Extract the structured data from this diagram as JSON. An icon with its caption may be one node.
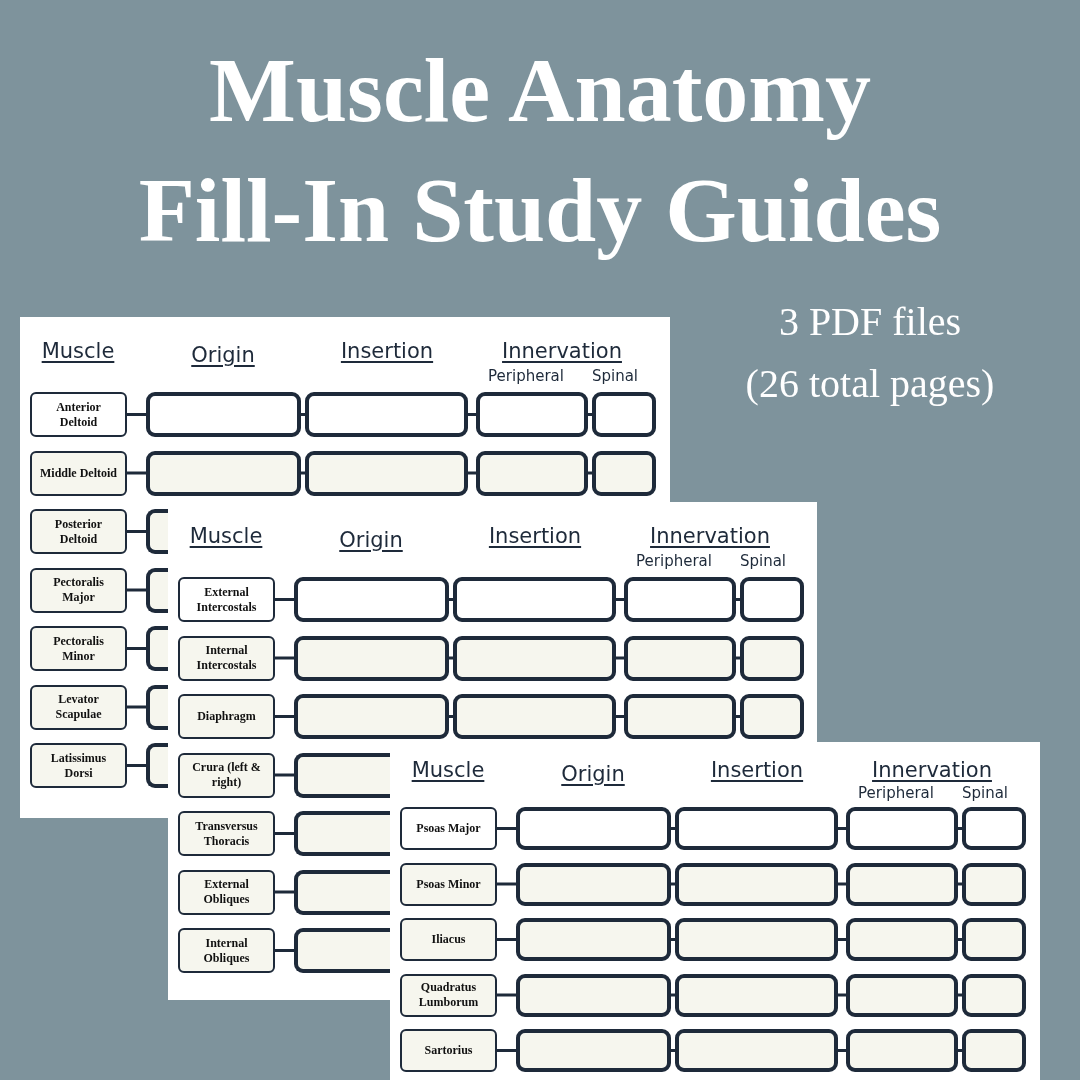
{
  "diagram": {
    "title": "Muscle Anatomy Fill-In Study Guides",
    "nodes": [
      {
        "text": [
          "Anterior Deltoid"
        ]
      },
      {
        "text": [],
        "shape": "box"
      },
      {
        "text": [],
        "shape": "box"
      },
      {
        "text": [],
        "shape": "box"
      },
      {
        "text": [],
        "shape": "box"
      },
      {
        "text": [
          "Middle Deltoid"
        ]
      },
      {
        "text": [],
        "shape": "box"
      },
      {
        "text": [],
        "shape": "box"
      },
      {
        "text": [],
        "shape": "box"
      },
      {
        "text": [],
        "shape": "box"
      },
      {
        "text": [
          "Posterior Deltoid"
        ]
      },
      {
        "text": [],
        "shape": "box"
      },
      {
        "text": [
          "Pectoralis Major"
        ]
      },
      {
        "text": [],
        "shape": "box"
      },
      {
        "text": [
          "Pectoralis Minor"
        ]
      },
      {
        "text": [],
        "shape": "box"
      },
      {
        "text": [
          "Levator Scapulae"
        ]
      },
      {
        "text": [],
        "shape": "box"
      },
      {
        "text": [
          "Latissimus Dorsi"
        ]
      },
      {
        "text": [],
        "shape": "box"
      },
      {
        "text": [
          "External Intercostals"
        ]
      },
      {
        "text": [],
        "shape": "box"
      },
      {
        "text": [],
        "shape": "box"
      },
      {
        "text": [],
        "shape": "box"
      },
      {
        "text": [],
        "shape": "box"
      },
      {
        "text": [
          "Internal Intercostals"
        ]
      },
      {
        "text": [],
        "shape": "box"
      },
      {
        "text": [],
        "shape": "box"
      },
      {
        "text": [],
        "shape": "box"
      },
      {
        "text": [],
        "shape": "box"
      },
      {
        "text": [
          "Diaphragm"
        ]
      },
      {
        "text": [],
        "shape": "box"
      },
      {
        "text": [],
        "shape": "box"
      },
      {
        "text": [],
        "shape": "box"
      },
      {
        "text": [],
        "shape": "box"
      },
      {
        "text": [
          "Crura (left & right)"
        ]
      },
      {
        "text": [],
        "shape": "box"
      },
      {
        "text": [
          "Transversus Thoracis"
        ]
      },
      {
        "text": [],
        "shape": "box"
      },
      {
        "text": [
          "External Obliques"
        ]
      },
      {
        "text": [],
        "shape": "box"
      },
      {
        "text": [
          "Internal Obliques"
        ]
      },
      {
        "text": [],
        "shape": "box"
      },
      {
        "text": [
          "Psoas Major"
        ]
      },
      {
        "text": [],
        "shape": "box"
      },
      {
        "text": [],
        "shape": "box"
      },
      {
        "text": [],
        "shape": "box"
      },
      {
        "text": [],
        "shape": "box"
      },
      {
        "text": [
          "Psoas Minor"
        ]
      },
      {
        "text": [],
        "shape": "box"
      },
      {
        "text": [],
        "shape": "box"
      },
      {
        "text": [],
        "shape": "box"
      },
      {
        "text": [],
        "shape": "box"
      },
      {
        "text": [
          "Iliacus"
        ]
      },
      {
        "text": [],
        "shape": "box"
      },
      {
        "text": [],
        "shape": "box"
      },
      {
        "text": [],
        "shape": "box"
      },
      {
        "text": [],
        "shape": "box"
      },
      {
        "text": [
          "Quadratus Lumborum"
        ]
      },
      {
        "text": [],
        "shape": "box"
      },
      {
        "text": [],
        "shape": "box"
      },
      {
        "text": [],
        "shape": "box"
      },
      {
        "text": [],
        "shape": "box"
      },
      {
        "text": [
          "Sartorius"
        ]
      },
      {
        "text": [],
        "shape": "box"
      },
      {
        "text": [],
        "shape": "box"
      },
      {
        "text": [],
        "shape": "box"
      },
      {
        "text": [],
        "shape": "box"
      }
    ],
    "edges": [
      {
        "from": 0,
        "to": 1,
        "arrow": "none"
      },
      {
        "from": 1,
        "to": 2,
        "arrow": "none"
      },
      {
        "from": 2,
        "to": 3,
        "arrow": "none"
      },
      {
        "from": 3,
        "to": 4,
        "arrow": "none"
      },
      {
        "from": 5,
        "to": 6,
        "arrow": "none"
      },
      {
        "from": 6,
        "to": 7,
        "arrow": "none"
      },
      {
        "from": 7,
        "to": 8,
        "arrow": "none"
      },
      {
        "from": 8,
        "to": 9,
        "arrow": "none"
      },
      {
        "from": 10,
        "to": 11,
        "arrow": "none"
      },
      {
        "from": 12,
        "to": 13,
        "arrow": "none"
      },
      {
        "from": 14,
        "to": 15,
        "arrow": "none"
      },
      {
        "from": 16,
        "to": 17,
        "arrow": "none"
      },
      {
        "from": 18,
        "to": 19,
        "arrow": "none"
      },
      {
        "from": 20,
        "to": 21,
        "arrow": "none"
      },
      {
        "from": 21,
        "to": 22,
        "arrow": "none"
      },
      {
        "from": 22,
        "to": 23,
        "arrow": "none"
      },
      {
        "from": 23,
        "to": 24,
        "arrow": "none"
      },
      {
        "from": 25,
        "to": 26,
        "arrow": "none"
      },
      {
        "from": 26,
        "to": 27,
        "arrow": "none"
      },
      {
        "from": 27,
        "to": 28,
        "arrow": "none"
      },
      {
        "from": 28,
        "to": 29,
        "arrow": "none"
      },
      {
        "from": 30,
        "to": 31,
        "arrow": "none"
      },
      {
        "from": 31,
        "to": 32,
        "arrow": "none"
      },
      {
        "from": 32,
        "to": 33,
        "arrow": "none"
      },
      {
        "from": 33,
        "to": 34,
        "arrow": "none"
      },
      {
        "from": 35,
        "to": 36,
        "arrow": "none"
      },
      {
        "from": 37,
        "to": 38,
        "arrow": "none"
      },
      {
        "from": 39,
        "to": 40,
        "arrow": "none"
      },
      {
        "from": 41,
        "to": 42,
        "arrow": "none"
      },
      {
        "from": 43,
        "to": 44,
        "arrow": "none"
      },
      {
        "from": 44,
        "to": 45,
        "arrow": "none"
      },
      {
        "from": 45,
        "to": 46,
        "arrow": "none"
      },
      {
        "from": 46,
        "to": 47,
        "arrow": "none"
      },
      {
        "from": 48,
        "to": 49,
        "arrow": "none"
      },
      {
        "from": 49,
        "to": 50,
        "arrow": "none"
      },
      {
        "from": 50,
        "to": 51,
        "arrow": "none"
      },
      {
        "from": 51,
        "to": 52,
        "arrow": "none"
      },
      {
        "from": 53,
        "to": 54,
        "arrow": "none"
      },
      {
        "from": 54,
        "to": 55,
        "arrow": "none"
      },
      {
        "from": 55,
        "to": 56,
        "arrow": "none"
      },
      {
        "from": 56,
        "to": 57,
        "arrow": "none"
      },
      {
        "from": 58,
        "to": 59,
        "arrow": "none"
      },
      {
        "from": 59,
        "to": 60,
        "arrow": "none"
      },
      {
        "from": 60,
        "to": 61,
        "arrow": "none"
      },
      {
        "from": 61,
        "to": 62,
        "arrow": "none"
      },
      {
        "from": 63,
        "to": 64,
        "arrow": "none"
      },
      {
        "from": 64,
        "to": 65,
        "arrow": "none"
      },
      {
        "from": 65,
        "to": 66,
        "arrow": "none"
      },
      {
        "from": 66,
        "to": 67,
        "arrow": "none"
      }
    ],
    "labels": [
      "3 PDF files",
      "(26 total pages)",
      "Muscle",
      "Origin",
      "Insertion",
      "Innervation",
      "Peripheral",
      "Spinal",
      "Muscle",
      "Origin",
      "Insertion",
      "Innervation",
      "Peripheral",
      "Spinal",
      "Muscle",
      "Origin",
      "Insertion",
      "Innervation",
      "Peripheral",
      "Spinal"
    ]
  }
}
